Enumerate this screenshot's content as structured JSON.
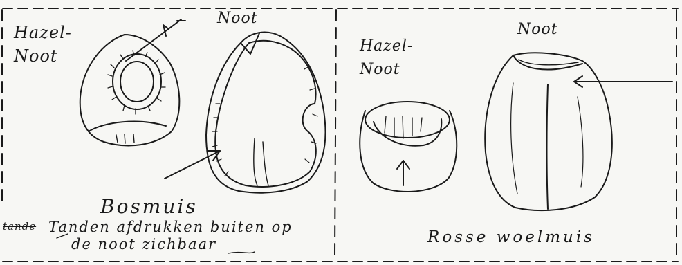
{
  "left_panel": {
    "hazel_label": "Hazel-\nNoot",
    "noot_label": "Noot",
    "species": "Bosmuis",
    "struck_word": "tande",
    "caption_line1": "Tanden afdrukken buiten op",
    "caption_line2": "de noot zichbaar"
  },
  "right_panel": {
    "hazel_label": "Hazel-\nNoot",
    "noot_label": "Noot",
    "species": "Rosse woelmuis"
  },
  "icons": [
    "hazelnut-gnawed-icon",
    "nut-shell-icon",
    "arrow-icon"
  ],
  "colors": {
    "ink": "#1a1a1a",
    "paper": "#f7f7f4"
  }
}
